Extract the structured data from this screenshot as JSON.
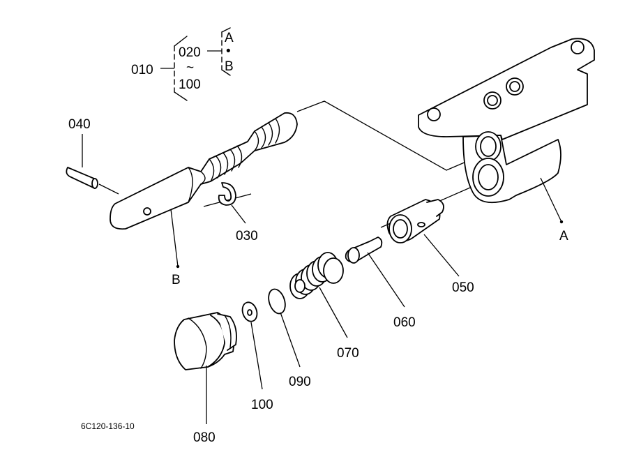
{
  "figure_code": "6C120-136-10",
  "group": {
    "parent": "010",
    "range_start": "020",
    "range_tilde": "~",
    "range_end": "100",
    "connector_top": "A",
    "connector_dot": "•",
    "connector_bottom": "B"
  },
  "callouts": [
    {
      "key": "040",
      "text": "040"
    },
    {
      "key": "030",
      "text": "030"
    },
    {
      "key": "b",
      "text": "B"
    },
    {
      "key": "a",
      "text": "A"
    },
    {
      "key": "050",
      "text": "050"
    },
    {
      "key": "060",
      "text": "060"
    },
    {
      "key": "070",
      "text": "070"
    },
    {
      "key": "090",
      "text": "090"
    },
    {
      "key": "100",
      "text": "100"
    },
    {
      "key": "080",
      "text": "080"
    }
  ]
}
